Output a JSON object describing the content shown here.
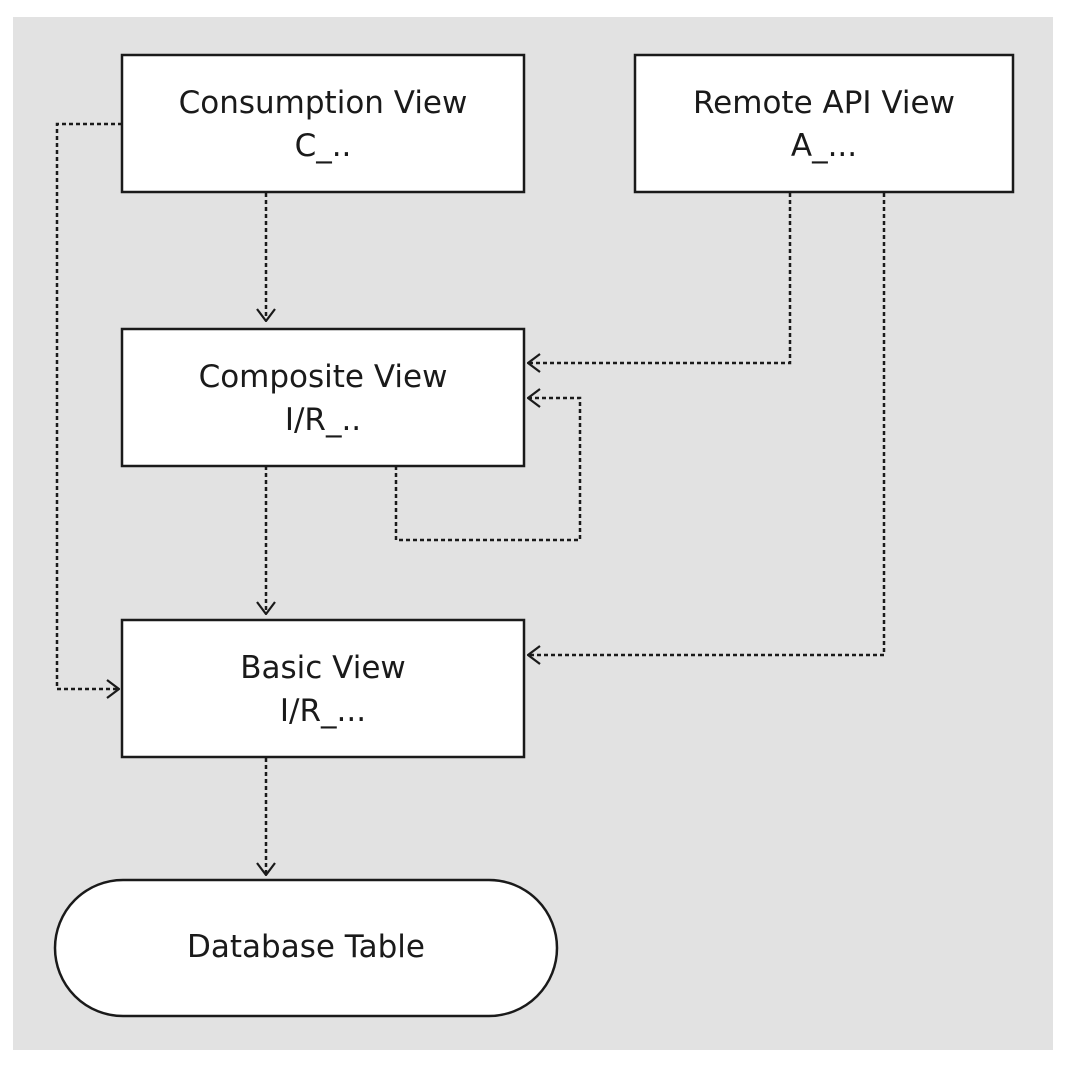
{
  "nodes": {
    "consumption": {
      "title": "Consumption View",
      "prefix": "C_.."
    },
    "remote_api": {
      "title": "Remote API View",
      "prefix": "A_..."
    },
    "composite": {
      "title": "Composite View",
      "prefix": "I/R_.."
    },
    "basic": {
      "title": "Basic View",
      "prefix": "I/R_..."
    },
    "database": {
      "title": "Database Table"
    }
  },
  "edges": [
    {
      "from": "consumption",
      "to": "composite",
      "style": "dashed"
    },
    {
      "from": "consumption",
      "to": "basic",
      "style": "dashed"
    },
    {
      "from": "remote_api",
      "to": "composite",
      "style": "dashed"
    },
    {
      "from": "remote_api",
      "to": "basic",
      "style": "dashed"
    },
    {
      "from": "composite",
      "to": "composite",
      "style": "dashed"
    },
    {
      "from": "composite",
      "to": "basic",
      "style": "dashed"
    },
    {
      "from": "basic",
      "to": "database",
      "style": "dashed"
    }
  ],
  "colors": {
    "background": "#e2e2e2",
    "node_fill": "#ffffff",
    "stroke": "#1a1a1a"
  }
}
